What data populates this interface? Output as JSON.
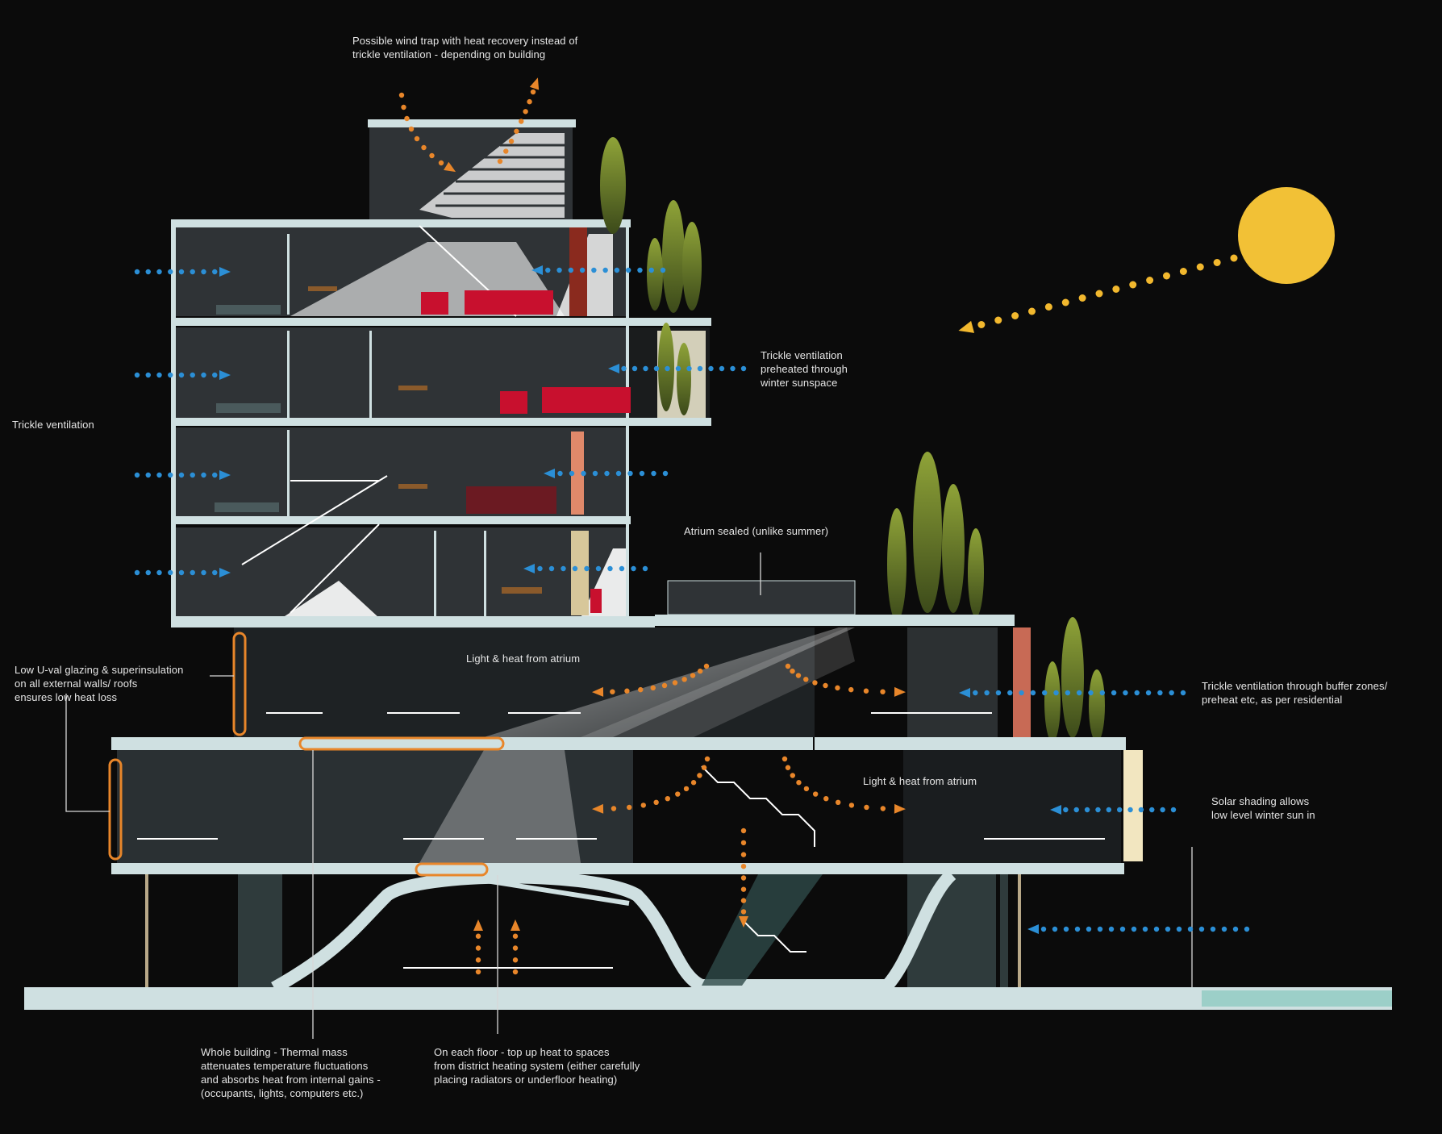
{
  "colors": {
    "background": "#0b0b0b",
    "slab": "#cfe0e1",
    "room": "#2f3336",
    "cold_air_arrow": "#2b8fd6",
    "warm_air_arrow": "#e8862a",
    "sun": "#f2c136",
    "sun_ray": "#f2b82e",
    "furniture_red": "#c8102e",
    "insulation_outline": "#e8862a",
    "leader_line": "#d8d8d8"
  },
  "icons": {
    "sun": "sun-icon",
    "tree": "cypress-tree-icon"
  },
  "annotations": {
    "wind_trap": "Possible wind trap with heat recovery instead of\ntrickle ventilation - depending on building",
    "trickle_ventilation": "Trickle ventilation",
    "trickle_preheated": "Trickle ventilation\npreheated through\nwinter sunspace",
    "atrium_sealed": "Atrium sealed (unlike summer)",
    "light_heat_atrium_upper": "Light & heat from atrium",
    "light_heat_atrium_lower": "Light & heat from atrium",
    "low_u_val": "Low U-val glazing & superinsulation\non all external walls/ roofs\nensures low heat loss",
    "trickle_buffer": "Trickle ventilation through buffer zones/\npreheat etc, as per residential",
    "solar_shading": "Solar shading allows\nlow level winter sun in",
    "thermal_mass": "Whole building - Thermal mass\nattenuates temperature fluctuations\nand absorbs heat from internal gains -\n(occupants, lights, computers etc.)",
    "district_heating": "On each floor - top up heat to spaces\nfrom district heating system (either carefully\nplacing radiators or underfloor heating)"
  }
}
